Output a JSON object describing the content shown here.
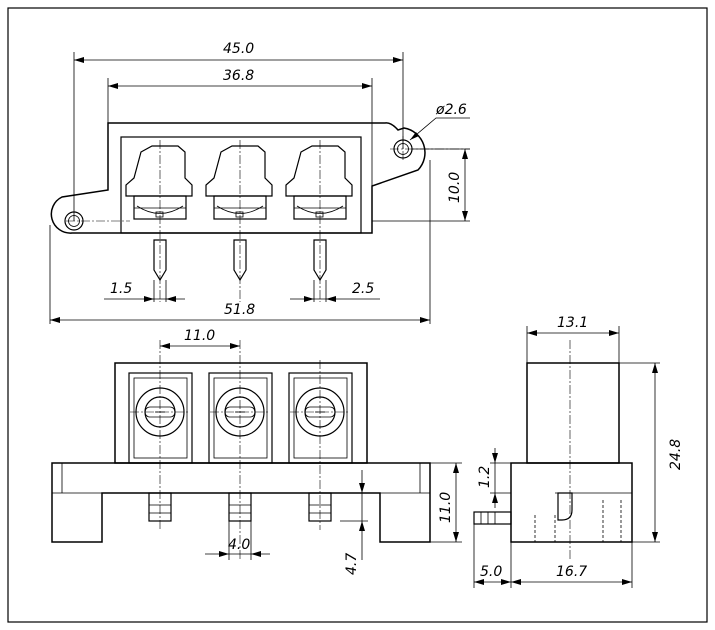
{
  "drawing": {
    "top_view": {
      "dims": {
        "overall_length": "45.0",
        "body_length": "36.8",
        "hole_diameter": "ø2.6",
        "hole_offset": "10.0",
        "pin_width": "1.5",
        "pin_spacing": "2.5",
        "total_length": "51.8"
      }
    },
    "front_view": {
      "dims": {
        "pitch": "11.0",
        "base_height": "11.0",
        "step": "1.2",
        "pin_gap": "4.0",
        "pin_length": "4.7"
      }
    },
    "side_view": {
      "dims": {
        "top_width": "13.1",
        "height": "24.8",
        "pin_offset": "5.0",
        "base_width": "16.7"
      }
    }
  }
}
